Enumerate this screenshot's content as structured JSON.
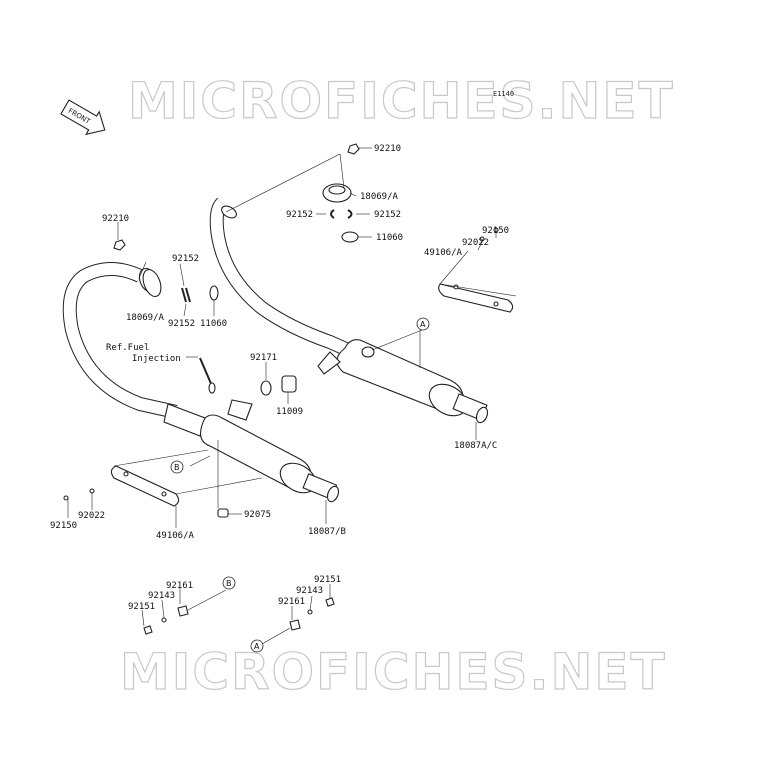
{
  "watermark": {
    "top": "MICROFICHES.NET",
    "bottom": "MICROFICHES.NET"
  },
  "figure_code": "E1140",
  "front_indicator": "FRONT",
  "labels": {
    "l_92210_top": "92210",
    "l_18069a_top": "18069/A",
    "l_92152_top_left": "92152",
    "l_92152_top_right": "92152",
    "l_11060_top": "11060",
    "l_92150_right": "92150",
    "l_92022_right": "92022",
    "l_49106a_right": "49106/A",
    "l_92210_left": "92210",
    "l_92152_left_top": "92152",
    "l_18069a_left": "18069/A",
    "l_92152_left_bottom": "92152",
    "l_11060_left": "11060",
    "ref_fuel": "Ref.Fuel",
    "injection": "Injection",
    "l_92171": "92171",
    "l_11009": "11009",
    "l_18087ac": "18087A/C",
    "l_92150_left": "92150",
    "l_92022_left": "92022",
    "l_49106a_left": "49106/A",
    "l_92075": "92075",
    "l_18087b": "18087/B",
    "l_92161_b": "92161",
    "l_92143_b": "92143",
    "l_92151_b": "92151",
    "l_92151_a": "92151",
    "l_92143_a": "92143",
    "l_92161_a": "92161"
  },
  "callouts": {
    "a": "A",
    "b": "B"
  }
}
